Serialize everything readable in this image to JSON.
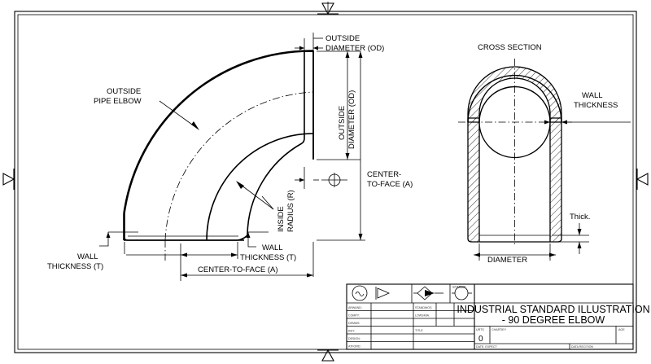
{
  "sheet": {
    "border_markers": [
      "triangle-top",
      "triangle-left",
      "triangle-right",
      "triangle-bottom"
    ]
  },
  "labels": {
    "outside_diameter_top": "OUTSIDE\nDIAMETER (OD)",
    "outside_diameter_top_l1": "OUTSIDE",
    "outside_diameter_top_l2": "DIAMETER (OD)",
    "outside_pipe_elbow_l1": "OUTSIDE",
    "outside_pipe_elbow_l2": "PIPE ELBOW",
    "outside_diameter_vertical_l1": "OUTSIDE",
    "outside_diameter_vertical_l2": "DIAMETER (OD)",
    "center_to_face_right_l1": "CENTER-",
    "center_to_face_right_l2": "TO-FACE (A)",
    "inside_radius_l1": "INSIDE",
    "inside_radius_l2": "RADIUS (R)",
    "wall_thickness_left_l1": "WALL",
    "wall_thickness_left_l2": "THICKNESS (T)",
    "wall_thickness_mid_l1": "WALL",
    "wall_thickness_mid_l2": "THICKNESS (T)",
    "center_to_face_bottom": "CENTER-TO-FACE (A)",
    "cross_section": "CROSS SECTION",
    "wall_thickness_cs_l1": "WALL",
    "wall_thickness_cs_l2": "THICKNESS",
    "thick": "Thick.",
    "diameter": "DIAMETER"
  },
  "title_block": {
    "symbol_header": "SYMBOL",
    "projection_symbols": [
      "wave-circle-icon",
      "left-triangle-icon",
      "diamond-arrow-icon",
      "circle-line-icon"
    ],
    "left_rows": [
      {
        "label": "ARWAND:",
        "value": ""
      },
      {
        "label": "COMPY:",
        "value": ""
      },
      {
        "label": "DEMMS:",
        "value": ""
      },
      {
        "label": "REY:",
        "value": ""
      },
      {
        "label": "DESIGN:",
        "value": ""
      },
      {
        "label": "ATFORD:",
        "value": ""
      }
    ],
    "mid_rows": [
      {
        "label": "STANDWOS",
        "value": ""
      },
      {
        "label": "LOWSMIA.",
        "value": ""
      }
    ],
    "title_cell_label": "TITLE",
    "main_title_line1": "INDUSTRIAL STANDARD ILLUSTRATION",
    "main_title_line2": "- 90 DEGREE ELBOW",
    "units_label": "URTS",
    "units_value": "0",
    "chartey_label": "CHARTIEY",
    "age_label": "AGE",
    "date_label": "DATE: EXPECT",
    "data_label": "DATA RECITION"
  }
}
